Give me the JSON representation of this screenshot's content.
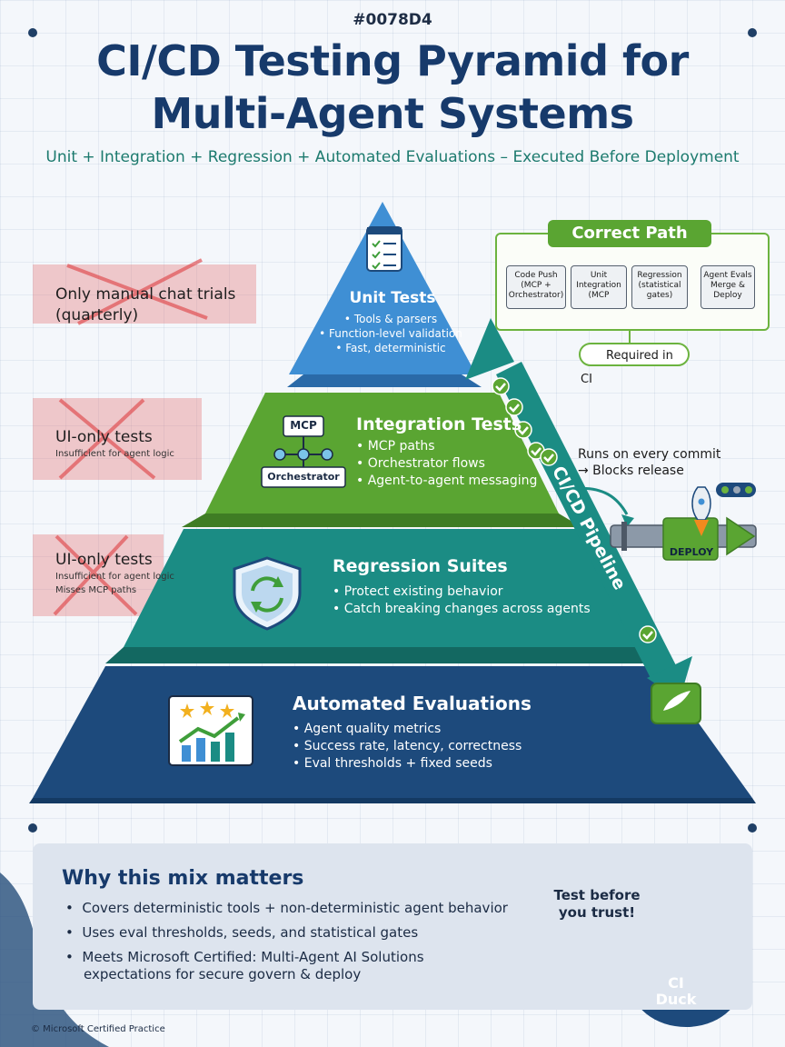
{
  "header": {
    "hex": "#0078D4",
    "title_line1": "CI/CD Testing Pyramid for",
    "title_line2": "Multi-Agent Systems",
    "subtitle": "Unit + Integration + Regression + Automated Evaluations – Executed Before Deployment"
  },
  "colors": {
    "title": "#173a6b",
    "unit": "#3f8fd4",
    "integration": "#5aa532",
    "regression": "#1b8c84",
    "evaluations": "#1d4a7c",
    "antipattern": "#e26e70",
    "pipeline": "#1b8c84"
  },
  "antipatterns": [
    {
      "label": "Only manual chat trials",
      "label2": "(quarterly)",
      "detail1": "",
      "detail2": ""
    },
    {
      "label": "UI-only tests",
      "label2": "",
      "detail1": "Insufficient for agent logic",
      "detail2": ""
    },
    {
      "label": "UI-only tests",
      "label2": "",
      "detail1": "Insufficient for agent logic",
      "detail2": "Misses MCP paths"
    }
  ],
  "pyramid": {
    "unit": {
      "title": "Unit Tests",
      "items": [
        "Tools & parsers",
        "Function-level validation",
        "Fast, deterministic"
      ]
    },
    "integration": {
      "title": "Integration Tests",
      "items": [
        "MCP paths",
        "Orchestrator flows",
        "Agent-to-agent messaging"
      ],
      "mcp_label": "MCP",
      "orchestrator_label": "Orchestrator"
    },
    "regression": {
      "title": "Regression Suites",
      "items": [
        "Protect existing behavior",
        "Catch breaking changes across agents"
      ]
    },
    "evaluations": {
      "title": "Automated Evaluations",
      "items": [
        "Agent quality metrics",
        "Success rate, latency, correctness",
        "Eval thresholds + fixed seeds"
      ]
    }
  },
  "correct_path": {
    "heading": "Correct Path",
    "steps": [
      {
        "line1": "Code Push",
        "line2": "(MCP +",
        "line3": "Orchestrator)"
      },
      {
        "line1": "Unit",
        "line2": "Integration",
        "line3": "(MCP"
      },
      {
        "line1": "Regression",
        "line2": "(statistical",
        "line3": "gates)"
      },
      {
        "line1": "Agent Evals",
        "line2": "Merge &",
        "line3": "Deploy"
      }
    ],
    "required": "Required in CI"
  },
  "pipeline": {
    "label": "CI/CD Pipeline",
    "note_line1": "Runs on every commit",
    "note_line2": "→ Blocks release",
    "deploy": "DEPLOY"
  },
  "why": {
    "title": "Why this mix matters",
    "items": [
      "Covers deterministic tools + non-deterministic agent behavior",
      "Uses eval thresholds, seeds, and statistical gates",
      "Meets Microsoft Certified: Multi-Agent AI Solutions"
    ],
    "item3_cont": "expectations for secure govern & deploy"
  },
  "mascot": {
    "bubble_line1": "Test before",
    "bubble_line2": "you trust!",
    "name_line1": "CI",
    "name_line2": "Duck"
  },
  "footer": "© Microsoft Certified Practice"
}
